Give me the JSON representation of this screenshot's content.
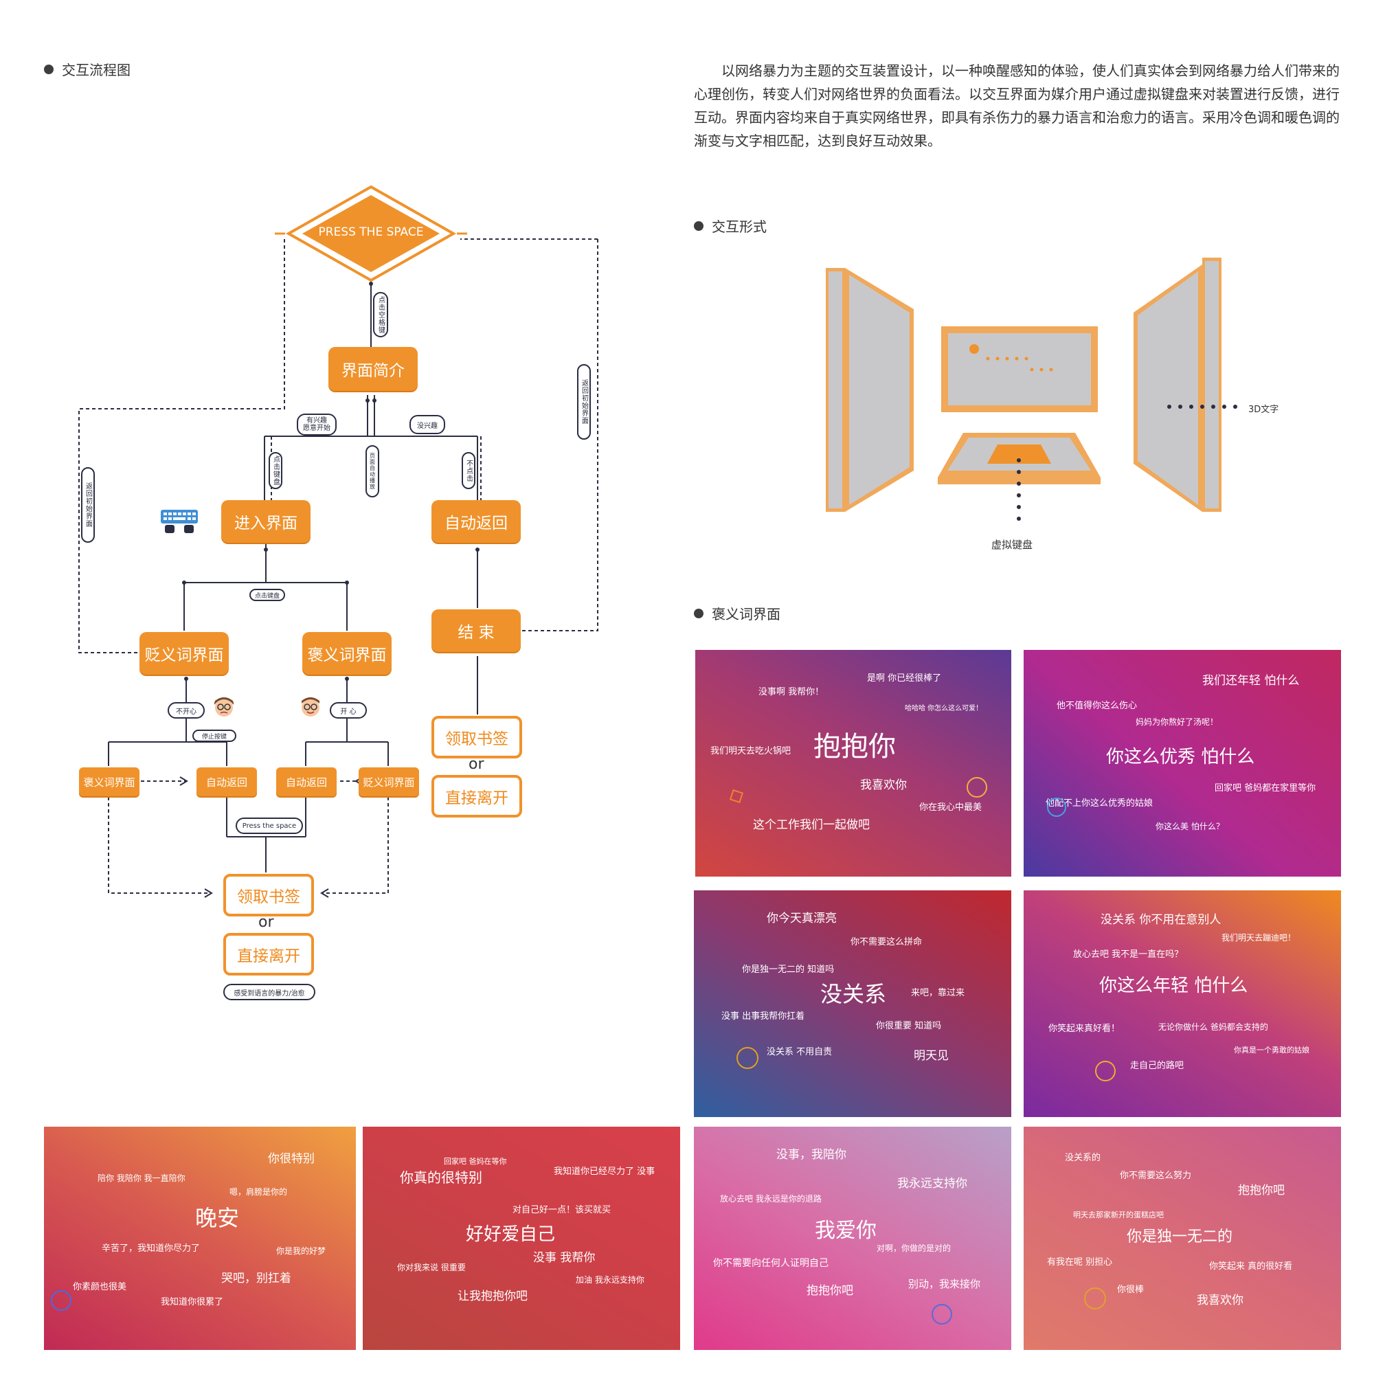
{
  "sections": {
    "flow_title": "交互流程图",
    "form_title": "交互形式",
    "praise_title": "褒义词界面"
  },
  "intro_text": "以网络暴力为主题的交互装置设计，以一种唤醒感知的体验，使人们真实体会到网络暴力给人们带来的心理创伤，转变人们对网络世界的负面看法。以交互界面为媒介用户通过虚拟键盘来对装置进行反馈，进行互动。界面内容均来自于真实网络世界，即具有杀伤力的暴力语言和治愈力的语言。采用冷色调和暖色调的渐变与文字相匹配，达到良好互动效果。",
  "flow": {
    "start": "PRESS THE SPACE",
    "intro_node": "界面简介",
    "enter_node": "进入界面",
    "auto_return": "自动返回",
    "end_node": "结 束",
    "negative_ui": "贬义词界面",
    "positive_ui": "褒义词界面",
    "get_bookmark": "领取书签",
    "or": "or",
    "leave": "直接离开",
    "sub_positive": "褒义词界面",
    "sub_auto1": "自动返回",
    "sub_auto2": "自动返回",
    "sub_negative": "贬义词界面",
    "final_bookmark": "领取书签",
    "final_or": "or",
    "final_leave": "直接离开",
    "final_caption": "感受到语言的暴力/治愈",
    "pill_press_space": "点击空格键",
    "pill_interested": "有兴趣\n愿意开始",
    "pill_not_interested": "没兴趣",
    "pill_click_keyboard_v": "点击键盘",
    "pill_middle": "页面自动播放",
    "pill_no_click": "不点击",
    "pill_back_left": "返回初始界面",
    "pill_back_right": "返回初始界面",
    "pill_click_keyboard": "点击键盘",
    "pill_unhappy": "不开心",
    "pill_happy": "开 心",
    "pill_stop": "停止按键",
    "pill_press_the_space": "Press the space"
  },
  "form": {
    "label_3d": "3D文字",
    "label_keyboard": "虚拟键盘"
  },
  "cards": [
    {
      "words": [
        "是啊 你已经很棒了",
        "没事啊 我帮你！",
        "哈哈哈 你怎么这么可爱！",
        "抱抱你",
        "我们明天去吃火锅吧",
        "我喜欢你",
        "你在我心中最美",
        "这个工作我们一起做吧"
      ]
    },
    {
      "words": [
        "我们还年轻 怕什么",
        "他不值得你这么伤心",
        "妈妈为你熬好了汤呢！",
        "你这么优秀 怕什么",
        "回家吧 爸妈都在家里等你",
        "他配不上你这么优秀的姑娘",
        "你这么美 怕什么？"
      ]
    },
    {
      "words": [
        "你今天真漂亮",
        "你不需要这么拼命",
        "你是独一无二的 知道吗",
        "没关系",
        "来吧，靠过来",
        "没事 出事我帮你扛着",
        "你很重要 知道吗",
        "没关系 不用自责",
        "明天见"
      ]
    },
    {
      "words": [
        "没关系 你不用在意别人",
        "我们明天去蹦迪吧！",
        "放心去吧 我不是一直在吗？",
        "你这么年轻 怕什么",
        "你笑起来真好看！",
        "无论你做什么 爸妈都会支持的",
        "你真是一个勇敢的姑娘",
        "走自己的路吧"
      ]
    },
    {
      "words": [
        "你很特别",
        "陪你 我陪你 我一直陪你",
        "嗯，肩膀是你的",
        "晚安",
        "辛苦了，我知道你尽力了",
        "你是我的好梦",
        "哭吧，别扛着",
        "你素颜也很美",
        "我知道你很累了"
      ]
    },
    {
      "words": [
        "回家吧 爸妈在等你",
        "你真的很特别",
        "我知道你已经尽力了 没事",
        "对自己好一点！该买就买",
        "好好爱自己",
        "没事 我帮你",
        "你对我来说 很重要",
        "加油 我永远支持你",
        "让我抱抱你吧"
      ]
    },
    {
      "words": [
        "没事，我陪你",
        "我永远支持你",
        "放心去吧 我永远是你的退路",
        "我爱你",
        "对啊，你做的是对的",
        "你不需要向任何人证明自己",
        "别动，我来接你",
        "抱抱你吧"
      ]
    },
    {
      "words": [
        "没关系的",
        "你不需要这么努力",
        "抱抱你吧",
        "明天去那家新开的蛋糕店吧",
        "你是独一无二的",
        "有我在呢 别担心",
        "你笑起来 真的很好看",
        "你很棒",
        "我喜欢你"
      ]
    }
  ],
  "colors": {
    "orange": "#f0922b",
    "dark": "#2b2d42",
    "screen_gray": "#c8c8ca"
  }
}
